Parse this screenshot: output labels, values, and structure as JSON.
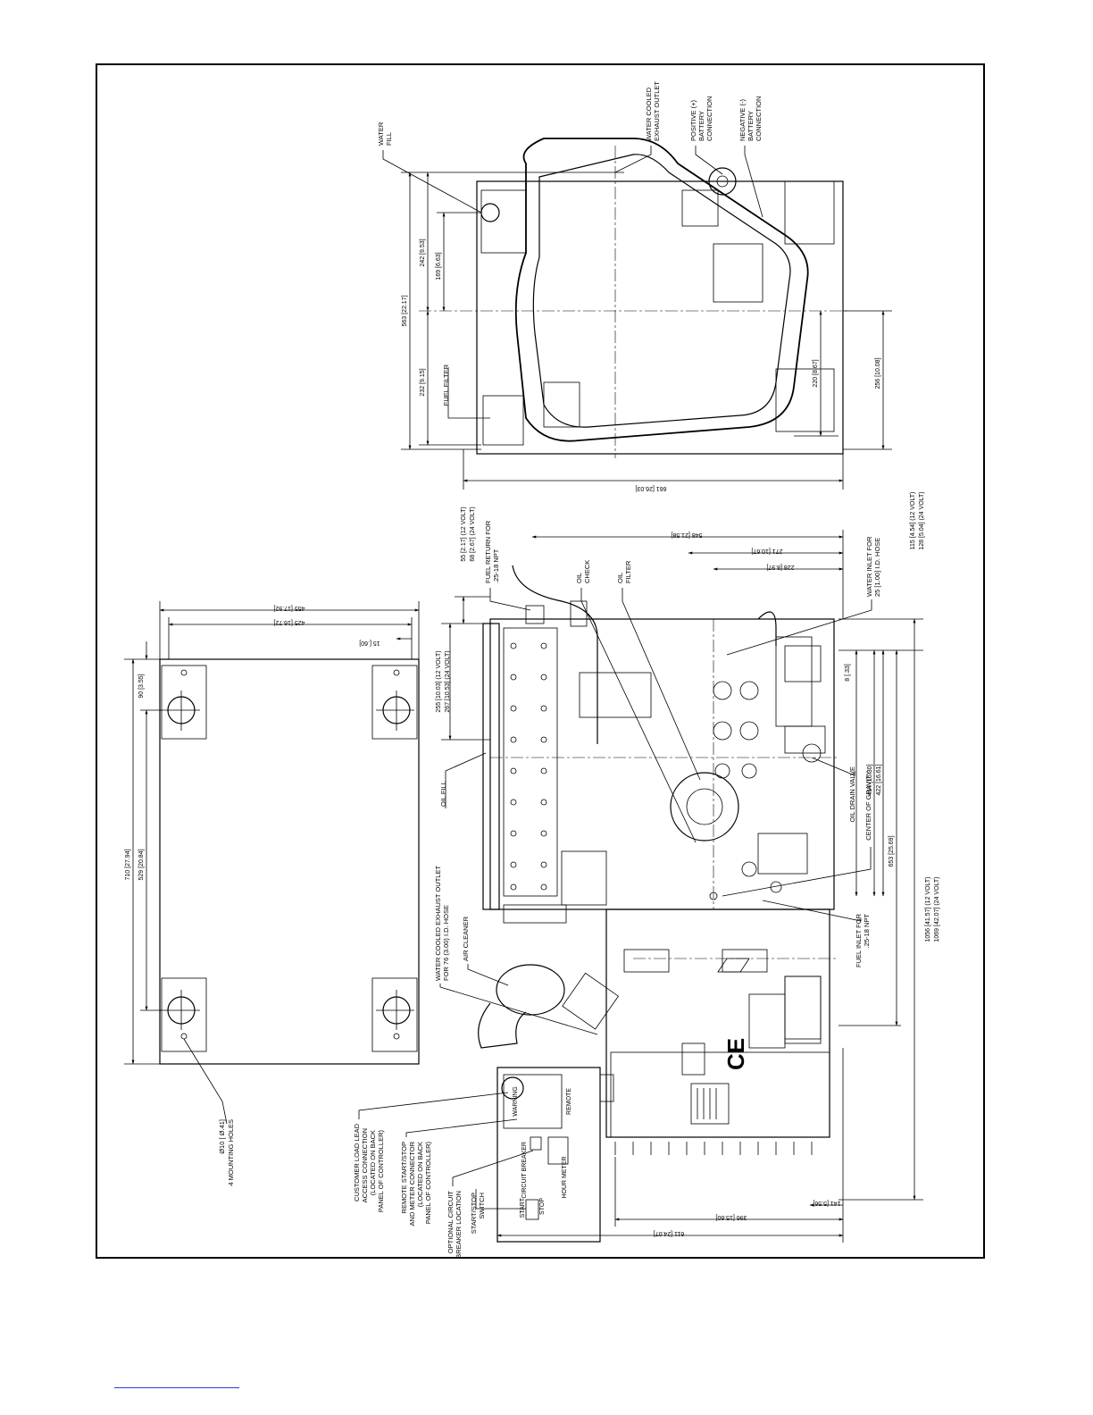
{
  "drawing": {
    "mounting": {
      "holes": "Ø10 [ Ø.41]",
      "holes_label": "4 MOUNTING HOLES",
      "d_710": "710 [27.94]",
      "d_529": "529 [20.84]",
      "d_90": "90 [3.55]",
      "d_455": "455 [17.92]",
      "d_425": "425 [16.72]",
      "d_15": "15 [.60]"
    },
    "side_view": {
      "customer_load": [
        "CUSTOMER LOAD LEAD",
        "ACCESS CONNECTION",
        "(LOCATED ON BACK",
        "PANEL OF CONTROLLER)"
      ],
      "remote_start": [
        "REMOTE START/STOP",
        "AND METER CONNECTOR",
        "(LOCATED ON BACK",
        "PANEL OF CONTROLLER)"
      ],
      "breaker": [
        "OPTIONAL CIRCUIT",
        "BREAKER LOCATION"
      ],
      "start_stop": [
        "START/STOP",
        "SWITCH"
      ],
      "exhaust_outlet": [
        "WATER COOLED EXHAUST OUTLET",
        "FOR 76 (3.00) I.D. HOSE"
      ],
      "air_cleaner": "AIR CLEANER",
      "oil_fill": "OIL FILL",
      "d_255": "255 [10.03] (12 VOLT)",
      "d_267": "267 [10.53] (24 VOLT)",
      "d_55": "55 [2.17] (12 VOLT)",
      "d_68": "68 [2.67] (24 VOLT)",
      "fuel_return": [
        "FUEL RETURN FOR",
        ".25-18 NPT"
      ],
      "oil_check": [
        "OIL",
        "CHECK"
      ],
      "oil_filter": [
        "OIL",
        "FILTER"
      ],
      "d_548": "548 [21.58]",
      "d_271": "271 [10.67]",
      "d_228": "228 [8.97]",
      "water_inlet": [
        "WATER INLET FOR",
        "25 [1.00] I.D. HOSE"
      ],
      "d_115": "115 [4.54] (12 VOLT)",
      "d_128": "128 [5.04] (24 VOLT)",
      "d_8": "8 [.33]",
      "d_414": "414 [16.30]",
      "d_422": "422 [16.61]",
      "oil_drain": "OIL DRAIN VALVE",
      "cog": "CENTER OF GRAVITY",
      "d_653": "653 [25.69]",
      "fuel_inlet": [
        "FUEL INLET FOR",
        ".25-18 NPT"
      ],
      "d_1056": "1056 [41.57] (12 VOLT)",
      "d_1069": "1069 [42.07] (24 VOLT)",
      "d_396": "396 [15.60]",
      "d_141": "141 [5.56]",
      "d_611": "611 [24.07]",
      "ce_mark": "CE",
      "panel": {
        "start": "START",
        "stop": "STOP",
        "hour_meter": "HOUR METER",
        "breaker": "CIRCUIT BREAKER",
        "remote": "REMOTE",
        "warning": "WARNING"
      }
    },
    "end_view": {
      "water_fill": [
        "WATER",
        "FILL"
      ],
      "exhaust_outlet": [
        "WATER COOLED",
        "EXHAUST OUTLET"
      ],
      "pos_battery": [
        "POSITIVE (+)",
        "BATTERY",
        "CONNECTION"
      ],
      "neg_battery": [
        "NEGATIVE (-)",
        "BATTERY",
        "CONNECTION"
      ],
      "d_563": "563 [22.17]",
      "d_242": "242 [9.53]",
      "d_169": "169 [6.63]",
      "d_232": "232 [9.15]",
      "fuel_filter": "FUEL FILTER",
      "d_220": "220 [8.67]",
      "d_256": "256 [10.08]",
      "d_661": "661 [26.03]"
    }
  }
}
